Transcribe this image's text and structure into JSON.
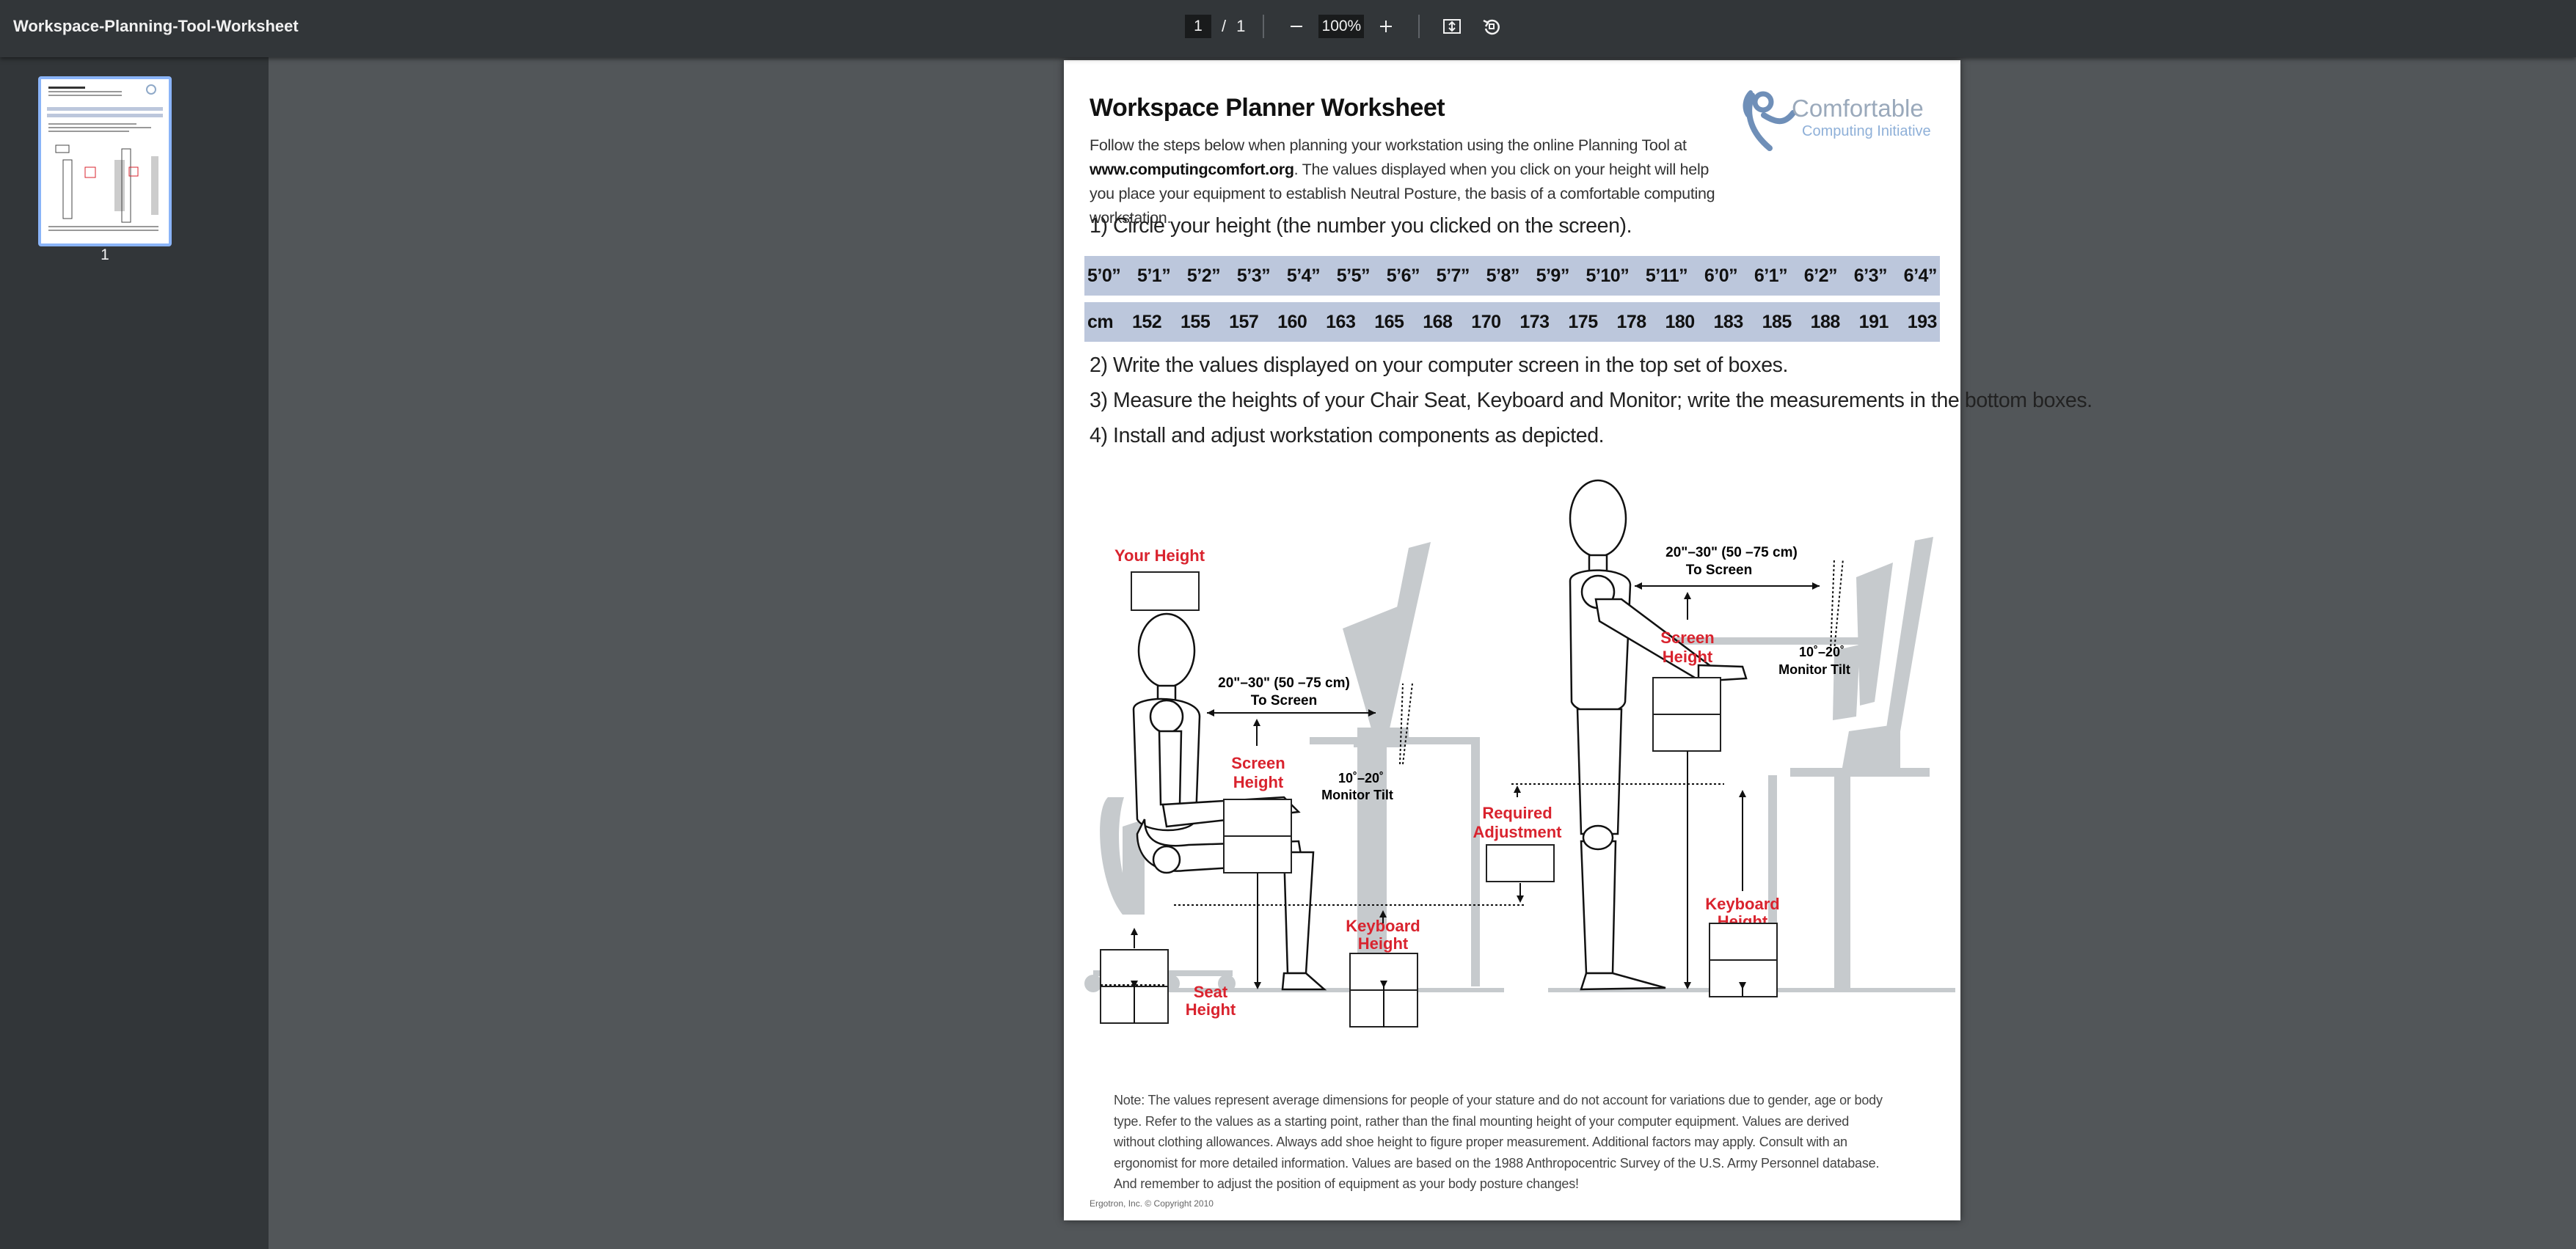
{
  "toolbar": {
    "doc_title": "Workspace-Planning-Tool-Worksheet",
    "page_current": "1",
    "page_sep": "/",
    "page_total": "1",
    "zoom": "100%"
  },
  "sidebar": {
    "thumb_label": "1"
  },
  "page": {
    "title": "Workspace Planner Worksheet",
    "intro_1": "Follow the steps below when planning your workstation using the online Planning Tool at",
    "intro_url": "www.computingcomfort.org",
    "intro_2": ". The values displayed when you click on your height will help you place your equipment to establish Neutral Posture, the basis of a comfortable computing workstation.",
    "logo_line1": "Comfortable",
    "logo_line2": "Computing Initiative",
    "step1": "1) Circle your height (the number you clicked on the screen).",
    "heights_imperial": [
      "5’0”",
      "5’1”",
      "5’2”",
      "5’3”",
      "5’4”",
      "5’5”",
      "5’6”",
      "5’7”",
      "5’8”",
      "5’9”",
      "5’10”",
      "5’11”",
      "6’0”",
      "6’1”",
      "6’2”",
      "6’3”",
      "6’4”"
    ],
    "heights_metric": [
      "cm",
      "152",
      "155",
      "157",
      "160",
      "163",
      "165",
      "168",
      "170",
      "173",
      "175",
      "178",
      "180",
      "183",
      "185",
      "188",
      "191",
      "193"
    ],
    "step2": "2) Write the values displayed on your computer screen in the top set of boxes.",
    "step3": "3) Measure the heights of your Chair Seat, Keyboard and Monitor; write the measurements in the bottom boxes.",
    "step4": "4) Install and adjust workstation components as depicted.",
    "figure": {
      "your_height": "Your Height",
      "to_screen_1": "20\"–30\" (50 –75 cm)",
      "to_screen_2": "To Screen",
      "tilt_1": "10˚–20˚",
      "tilt_2": "Monitor Tilt",
      "screen_height_1": "Screen",
      "screen_height_2": "Height",
      "required_1": "Required",
      "required_2": "Adjustment",
      "keyboard_1": "Keyboard",
      "keyboard_2": "Height",
      "seat_1": "Seat",
      "seat_2": "Height"
    },
    "note": "Note: The values represent average dimensions for people of your stature and do not account for variations due to gender, age or body type. Refer to the values as a starting point, rather than the final mounting height of your computer equipment. Values are derived without clothing allowances. Always add shoe height to figure proper measurement. Additional factors may apply. Consult with an ergonomist for more detailed information. Values are based on the 1988 Anthropocentric Survey of the U.S. Army Personnel database. And remember to adjust the position of equipment as your body posture changes!",
    "copyright": "Ergotron, Inc.  © Copyright 2010"
  },
  "colors": {
    "accent_red": "#d9232e",
    "row_blue": "#bcc7dc",
    "logo_blue": "#8fa9c8",
    "toolbar_bg": "#323639",
    "viewer_bg": "#525659"
  },
  "icons": [
    "zoom-out-icon",
    "zoom-in-icon",
    "fit-page-icon",
    "rotate-icon"
  ]
}
